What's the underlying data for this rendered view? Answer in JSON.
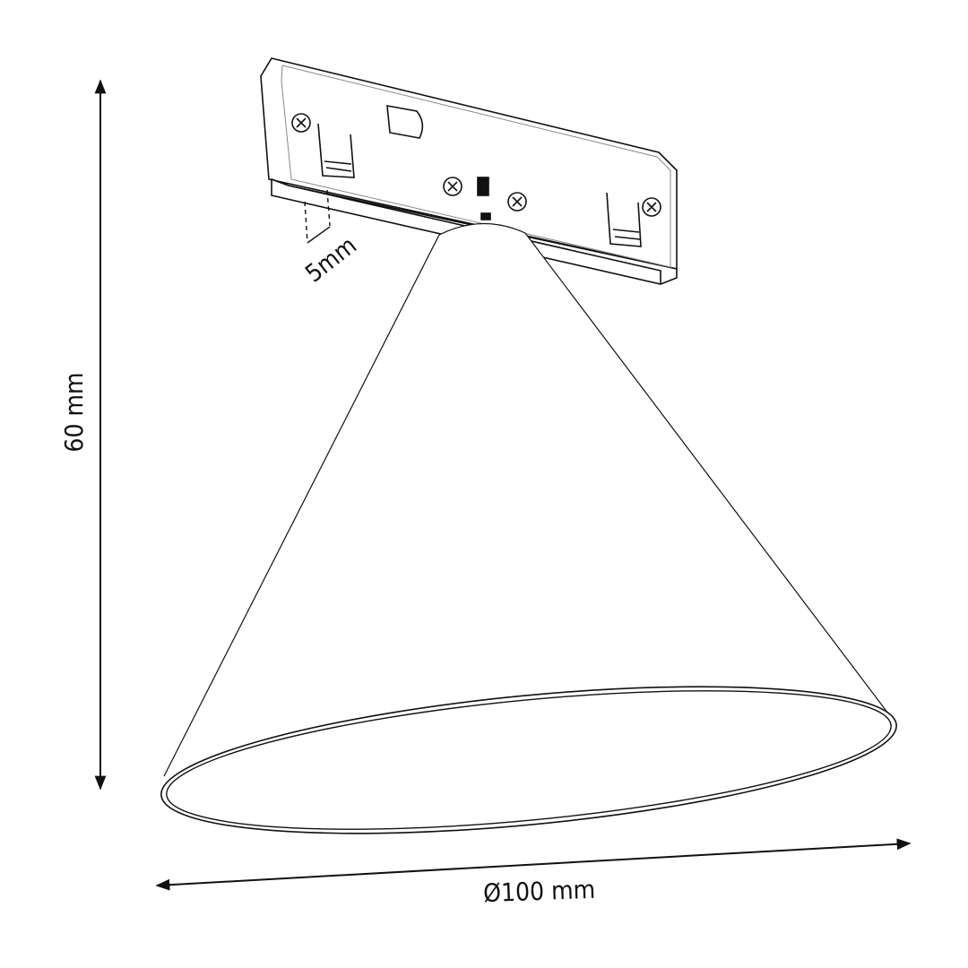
{
  "diagram": {
    "subject": "cone pendant lamp on magnetic track adapter",
    "dimensions": {
      "height_label": "60 mm",
      "diameter_label": "Ø100 mm",
      "adapter_offset_label": "5mm"
    },
    "colors": {
      "line": "#111111",
      "inner_line": "#888888",
      "background": "#ffffff"
    }
  }
}
